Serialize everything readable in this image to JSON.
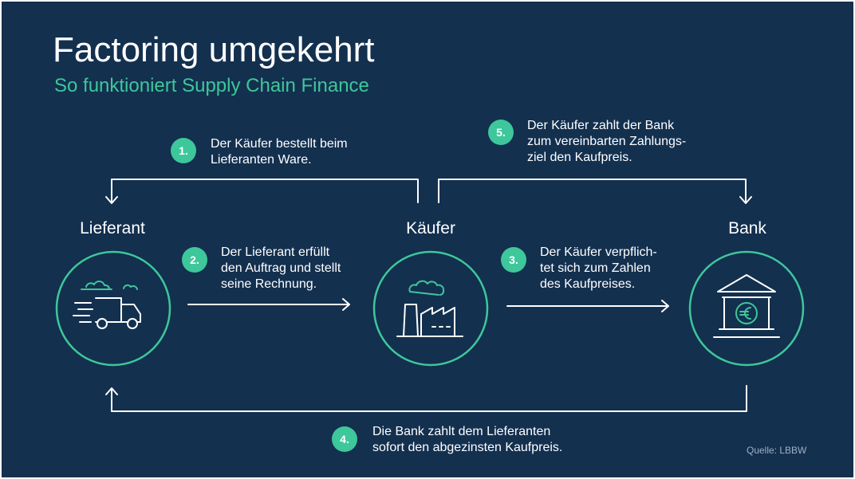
{
  "title": "Factoring umgekehrt",
  "subtitle": "So funktioniert Supply Chain Finance",
  "nodes": {
    "supplier": {
      "label": "Lieferant"
    },
    "buyer": {
      "label": "Käufer"
    },
    "bank": {
      "label": "Bank"
    }
  },
  "steps": [
    {
      "number": "1.",
      "lines": [
        "Der Käufer bestellt beim",
        "Lieferanten Ware."
      ]
    },
    {
      "number": "2.",
      "lines": [
        "Der Lieferant erfüllt",
        "den Auftrag und stellt",
        "seine Rechnung."
      ]
    },
    {
      "number": "3.",
      "lines": [
        "Der Käufer verpflich-",
        "tet sich zum Zahlen",
        "des Kaufpreises."
      ]
    },
    {
      "number": "4.",
      "lines": [
        "Die Bank zahlt dem Lieferanten",
        "sofort den abgezinsten Kaufpreis."
      ]
    },
    {
      "number": "5.",
      "lines": [
        "Der Käufer zahlt der Bank",
        "zum vereinbarten Zahlungs-",
        "ziel den Kaufpreis."
      ]
    }
  ],
  "icons": {
    "supplier": "delivery-truck-icon",
    "buyer": "factory-icon",
    "bank": "bank-euro-icon"
  },
  "source": "Quelle: LBBW",
  "colors": {
    "background": "#13304f",
    "accent": "#3ec79a",
    "text": "#ffffff"
  }
}
